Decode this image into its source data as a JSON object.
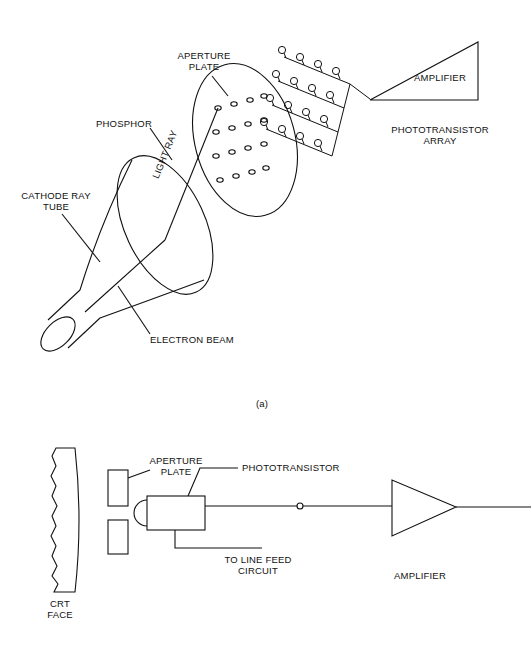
{
  "diagram": {
    "nodes": [
      {
        "text": [
          "AMPLIFIER"
        ]
      },
      {
        "text": [
          "AMPLIFIER"
        ]
      }
    ],
    "labels": [
      "APERTURE PLATE",
      "PHOTOTRANSISTOR ARRAY",
      "PHOSPHOR",
      "LIGHT RAY",
      "CATHODE RAY TUBE",
      "ELECTRON BEAM",
      "(a)",
      "APERTURE PLATE",
      "PHOTOTRANSISTOR",
      "CRT FACE",
      "TO LINE FEED CIRCUIT"
    ]
  }
}
